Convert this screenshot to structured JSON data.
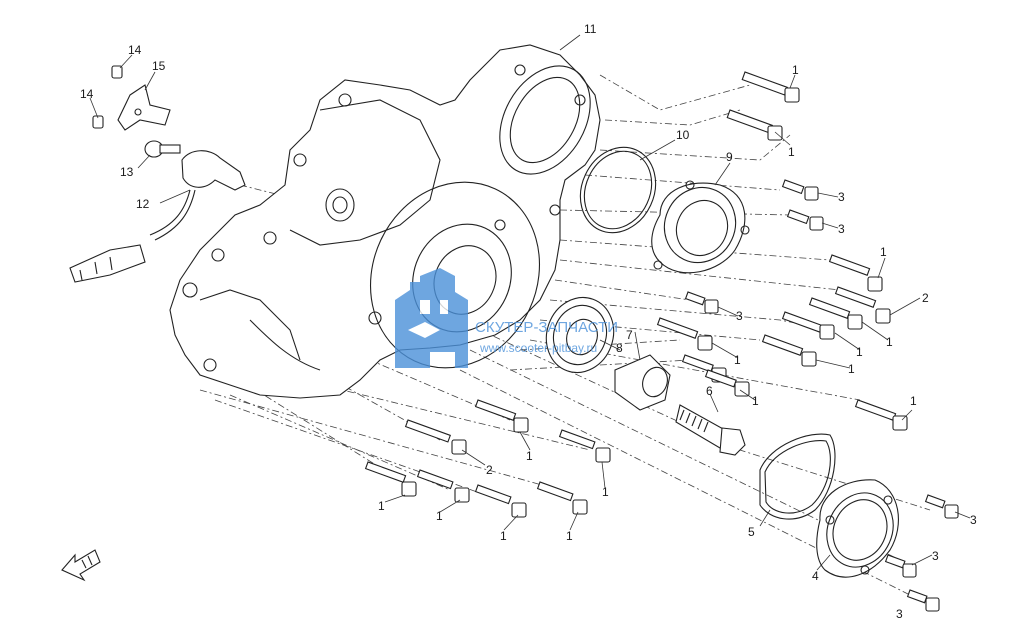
{
  "diagram": {
    "callouts": [
      "1",
      "2",
      "3",
      "4",
      "5",
      "6",
      "7",
      "8",
      "9",
      "10",
      "11",
      "12",
      "13",
      "14",
      "15"
    ],
    "watermark": {
      "title": "СКУТЕР-ЗАПЧАСТИ",
      "url": "www.scooter-pitbay.ru",
      "color": "#4a90d9"
    }
  }
}
